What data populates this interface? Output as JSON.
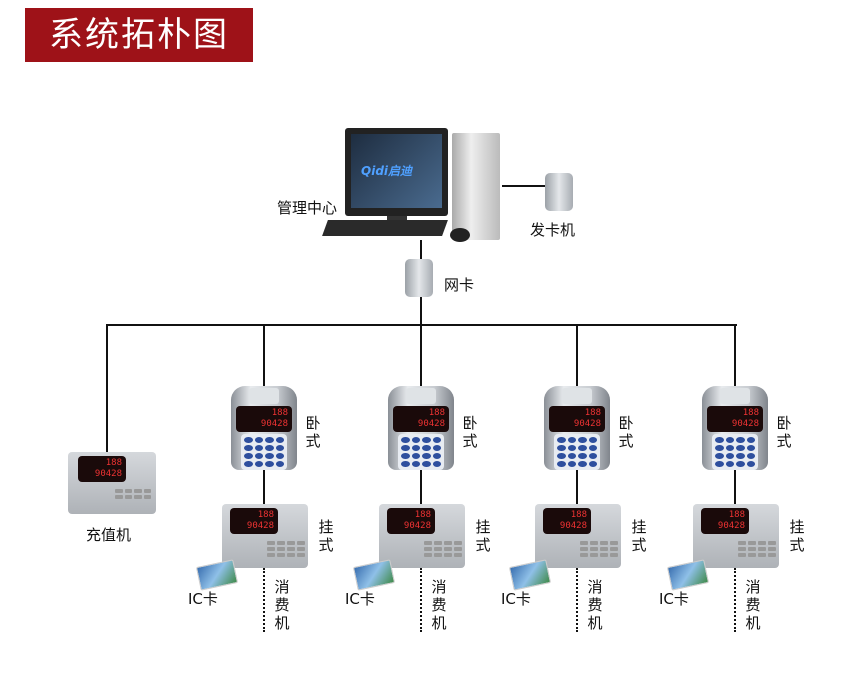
{
  "title": "系统拓朴图",
  "nodes": {
    "management": "管理中心",
    "card_issuer": "发卡机",
    "network_card": "网卡",
    "recharger": "充值机",
    "lie_type": "卧式",
    "wall_type": "挂式",
    "ic_card": "IC卡",
    "pos_machine": "消费机"
  },
  "display": {
    "line1": "188",
    "line2": "90428"
  },
  "monitor_brand": "Qidi启迪"
}
